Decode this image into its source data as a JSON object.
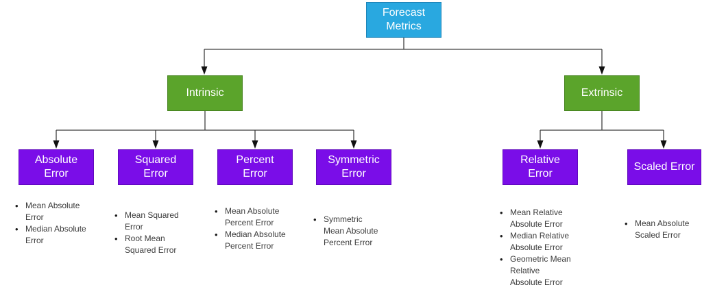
{
  "colors": {
    "root_fill": "#29A8E0",
    "branch_fill": "#5BA42B",
    "leaf_fill": "#7A0DE8",
    "line": "#3f3f3f",
    "arrow": "#111111",
    "box_text": "#ffffff",
    "list_text": "#3b3b3b"
  },
  "root": {
    "label": "Forecast\nMetrics"
  },
  "branches": [
    {
      "label": "Intrinsic"
    },
    {
      "label": "Extrinsic"
    }
  ],
  "leaves": [
    {
      "label": "Absolute\nError",
      "items": [
        "Mean Absolute Error",
        "Median Absolute Error"
      ]
    },
    {
      "label": "Squared\nError",
      "items": [
        "Mean Squared Error",
        "Root Mean Squared Error"
      ]
    },
    {
      "label": "Percent\nError",
      "items": [
        "Mean Absolute Percent Error",
        "Median Absolute Percent Error"
      ]
    },
    {
      "label": "Symmetric\nError",
      "items": [
        "Symmetric Mean Absolute Percent Error"
      ]
    },
    {
      "label": "Relative\nError",
      "items": [
        "Mean Relative Absolute Error",
        "Median Relative Absolute Error",
        "Geometric Mean Relative Absolute Error"
      ]
    },
    {
      "label": "Scaled Error",
      "items": [
        "Mean Absolute Scaled Error"
      ]
    }
  ]
}
